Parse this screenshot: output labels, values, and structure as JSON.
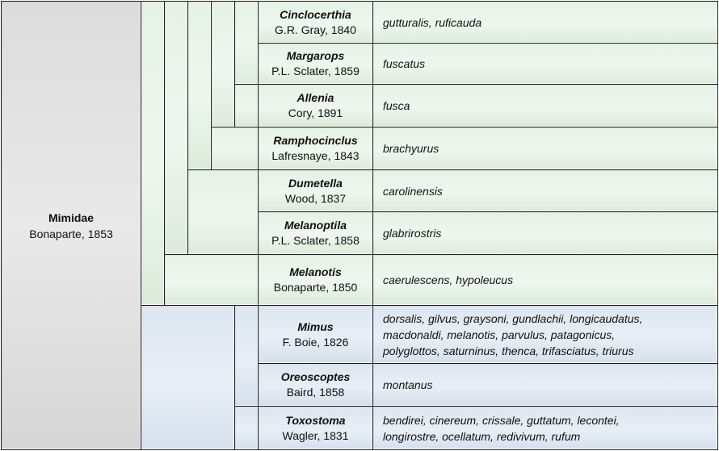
{
  "family": {
    "name": "Mimidae",
    "authority": "Bonaparte, 1853"
  },
  "genera": [
    {
      "name": "Cinclocerthia",
      "authority": "G.R. Gray, 1840",
      "species": "gutturalis, ruficauda"
    },
    {
      "name": "Margarops",
      "authority": "P.L. Sclater, 1859",
      "species": "fuscatus"
    },
    {
      "name": "Allenia",
      "authority": "Cory, 1891",
      "species": "fusca"
    },
    {
      "name": "Ramphocinclus",
      "authority": "Lafresnaye, 1843",
      "species": "brachyurus"
    },
    {
      "name": "Dumetella",
      "authority": "Wood, 1837",
      "species": "carolinensis"
    },
    {
      "name": "Melanoptila",
      "authority": "P.L. Sclater, 1858",
      "species": "glabrirostris"
    },
    {
      "name": "Melanotis",
      "authority": "Bonaparte, 1850",
      "species": "caerulescens, hypoleucus"
    },
    {
      "name": "Mimus",
      "authority": "F. Boie, 1826",
      "species": "dorsalis, gilvus, graysoni, gundlachii, longicaudatus, macdonaldi, melanotis, parvulus, patagonicus, polyglottos, saturninus, thenca, trifasciatus, triurus"
    },
    {
      "name": "Oreoscoptes",
      "authority": "Baird, 1858",
      "species": "montanus"
    },
    {
      "name": "Toxostoma",
      "authority": "Wagler, 1831",
      "species": "bendirei, cinereum, crissale, guttatum, lecontei, longirostre, ocellatum, redivivum, rufum"
    }
  ],
  "colors": {
    "clade_green": "#e6f2e5",
    "clade_blue": "#dde6f0",
    "root_gray": "#dcdcdc",
    "border": "#1e1e1e"
  }
}
